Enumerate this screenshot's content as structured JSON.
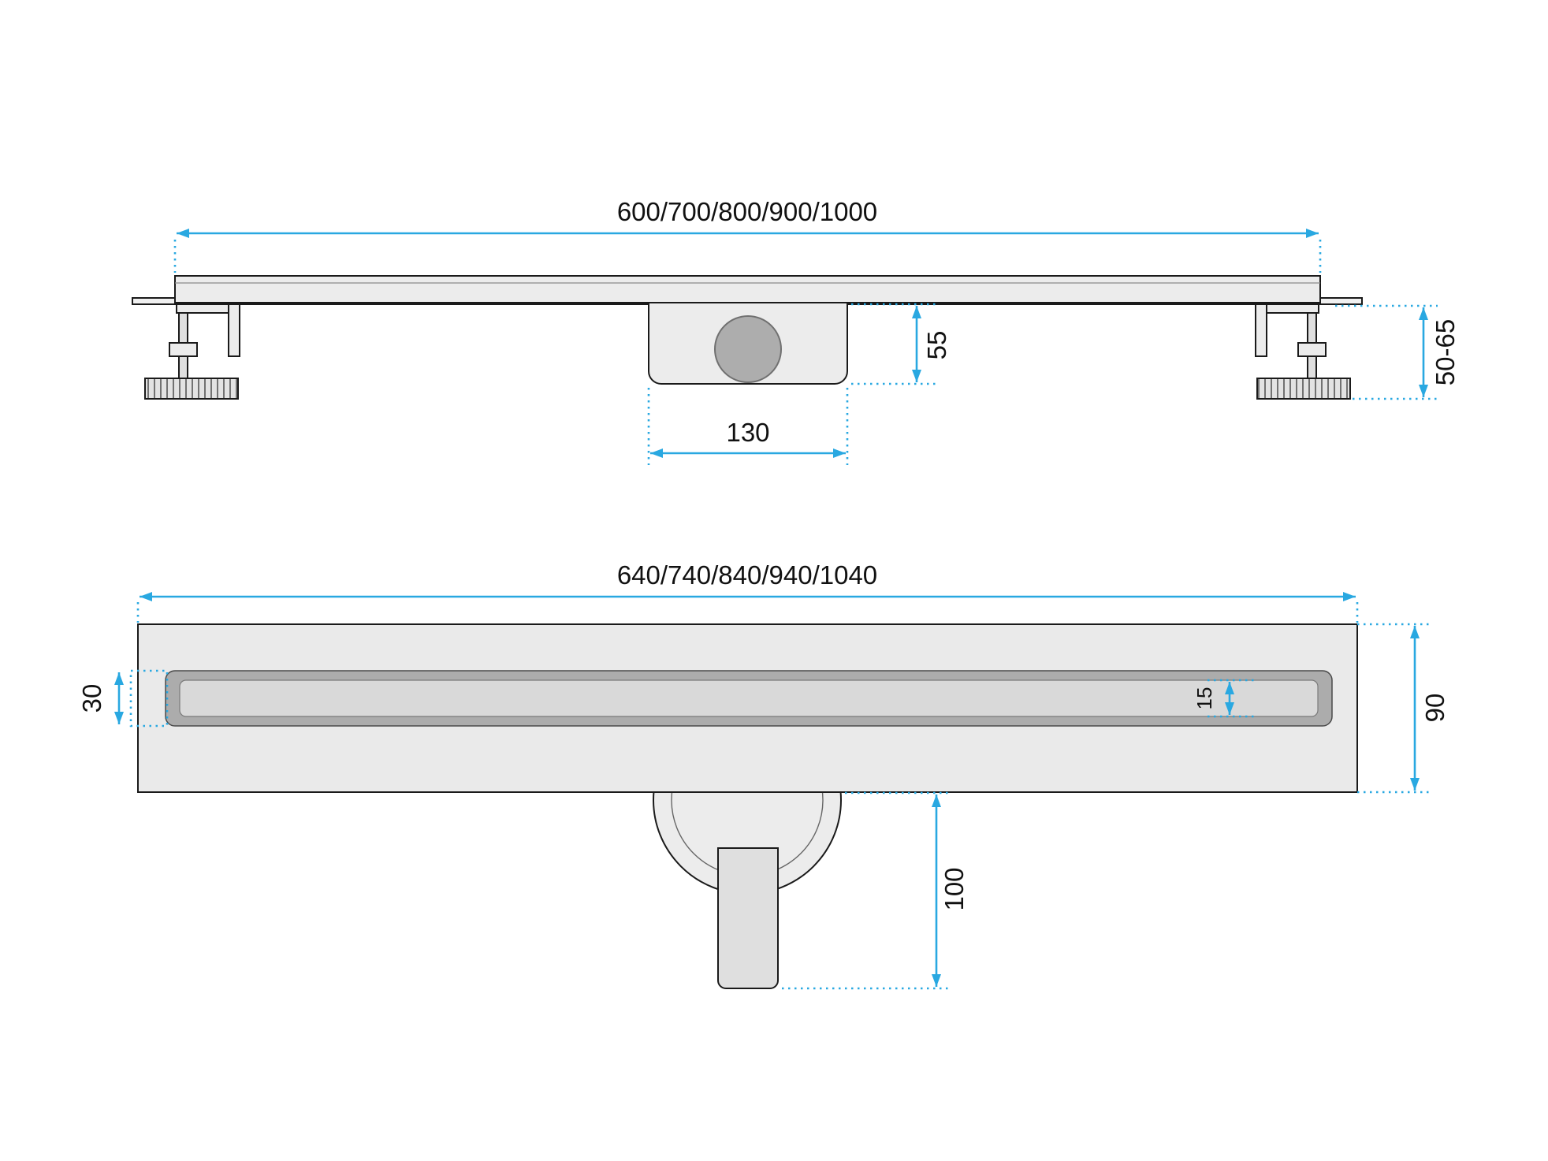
{
  "meta": {
    "type": "technical-drawing",
    "subject": "linear shower drain dimensional diagram"
  },
  "colors": {
    "dimension_blue": "#29A8E1",
    "outline_black": "#1A1A1A",
    "body_gray": "#ECECEC",
    "slot_frame_gray": "#ACACAC",
    "circle_gray": "#ADADAD",
    "background": "#FFFFFF"
  },
  "side_view": {
    "length": "600/700/800/900/1000",
    "trap_height": "55",
    "trap_width": "130",
    "feet_height": "50-65"
  },
  "plan_view": {
    "length": "640/740/840/940/1040",
    "slot_width": "30",
    "grate_slot": "15",
    "body_width": "90",
    "outlet_length": "100"
  }
}
